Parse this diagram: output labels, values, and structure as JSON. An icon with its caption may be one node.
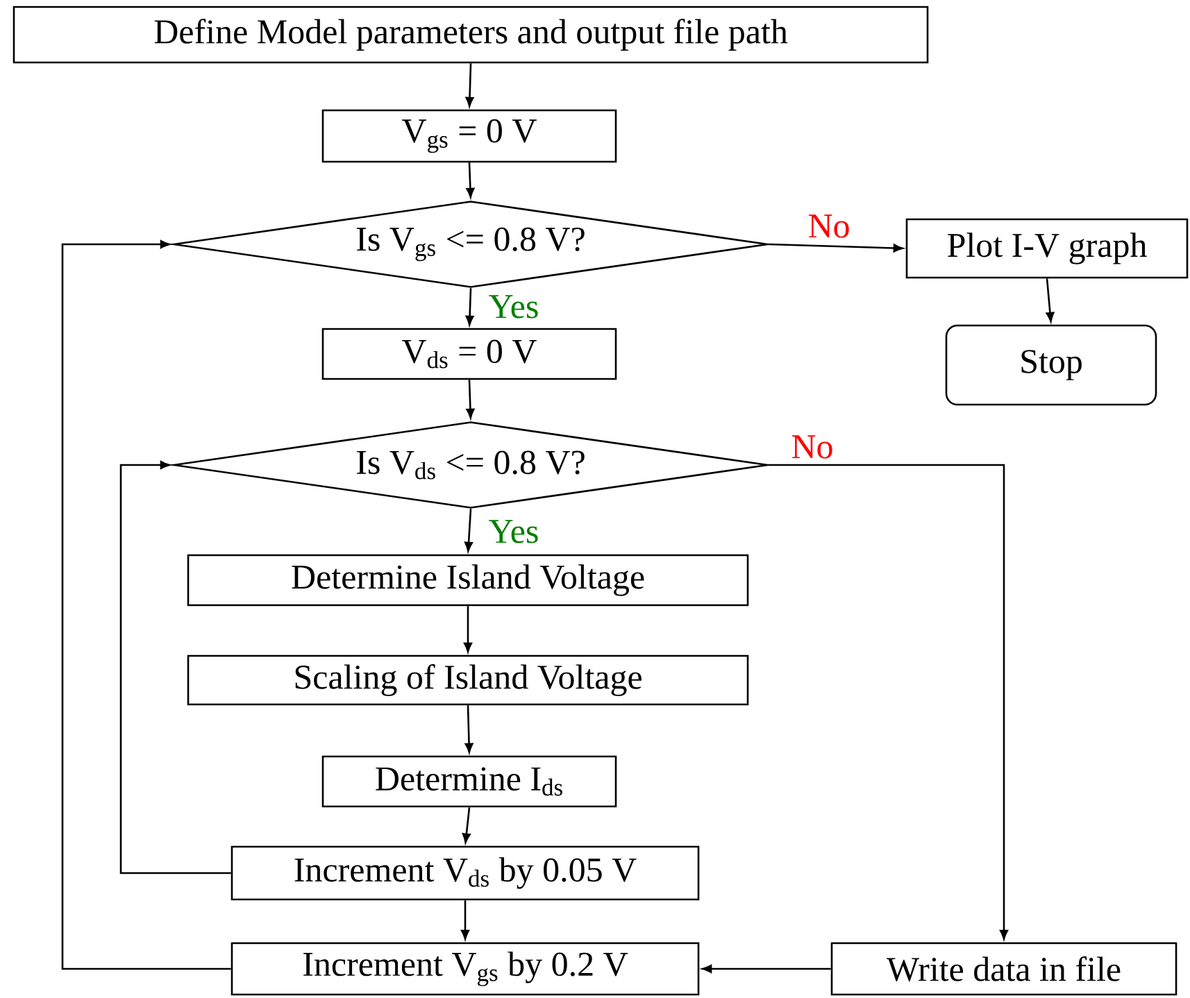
{
  "diagram": {
    "nodes": [
      {
        "text": [
          "Define Model parameters and output file path"
        ]
      },
      {
        "text": [
          "V$_{gs}$ = 0 V"
        ]
      },
      {
        "text": [
          "Is V$_{gs}$ <= 0.8 V?"
        ]
      },
      {
        "text": [
          "Plot I-V graph"
        ]
      },
      {
        "text": [
          "Stop"
        ]
      },
      {
        "text": [
          "V$_{ds}$ = 0 V"
        ]
      },
      {
        "text": [
          "Is V$_{ds}$ <= 0.8 V?"
        ]
      },
      {
        "text": [
          "Determine Island Voltage"
        ]
      },
      {
        "text": [
          "Scaling of Island Voltage"
        ]
      },
      {
        "text": [
          "Determine I$_{ds}$"
        ]
      },
      {
        "text": [
          "Increment V$_{ds}$ by 0.05 V"
        ]
      },
      {
        "text": [
          "Increment V$_{gs}$ by 0.2 V"
        ]
      },
      {
        "text": [
          "Write data in file"
        ]
      }
    ],
    "edges": [
      {
        "from": 0,
        "to": 1,
        "arrow": "to"
      },
      {
        "from": 1,
        "to": 2,
        "arrow": "to"
      },
      {
        "from": 2,
        "to": 3,
        "arrow": "to",
        "label": "No"
      },
      {
        "from": 2,
        "to": 5,
        "arrow": "to",
        "label": "Yes"
      },
      {
        "from": 3,
        "to": 4,
        "arrow": "to"
      },
      {
        "from": 5,
        "to": 6,
        "arrow": "to"
      },
      {
        "from": 6,
        "to": 7,
        "arrow": "to",
        "label": "Yes"
      },
      {
        "from": 7,
        "to": 8,
        "arrow": "to"
      },
      {
        "from": 8,
        "to": 9,
        "arrow": "to"
      },
      {
        "from": 9,
        "to": 10,
        "arrow": "to"
      },
      {
        "from": 10,
        "to": 6,
        "arrow": "to"
      },
      {
        "from": 10,
        "to": 11,
        "arrow": "to"
      },
      {
        "from": 6,
        "to": 12,
        "arrow": "to",
        "label": "No"
      },
      {
        "from": 12,
        "to": 11,
        "arrow": "to"
      },
      {
        "from": 11,
        "to": 2,
        "arrow": "to"
      }
    ]
  }
}
